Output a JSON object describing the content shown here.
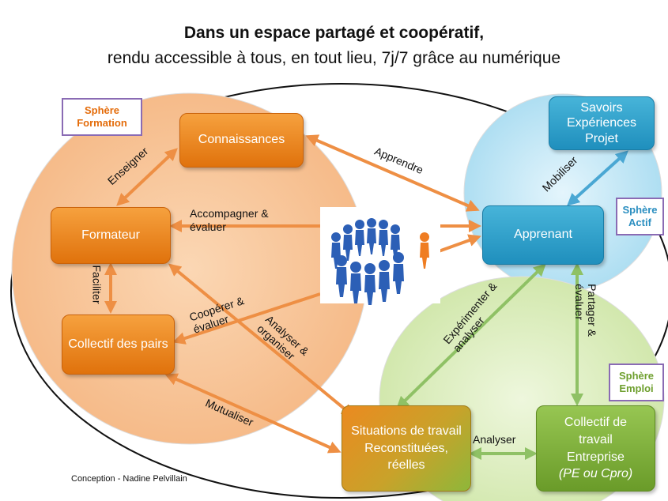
{
  "title": {
    "line1": "Dans un espace partagé et coopératif,",
    "line2": "rendu accessible à tous, en tout lieu, 7j/7 grâce au numérique"
  },
  "spheres": {
    "formation": "Sphère Formation",
    "actif": "Sphère Actif",
    "emploi": "Sphère Emploi"
  },
  "nodes": {
    "connaissances": "Connaissances",
    "formateur": "Formateur",
    "collectif_pairs": "Collectif des pairs",
    "apprenant": "Apprenant",
    "savoirs": "Savoirs Expériences Projet",
    "situations": "Situations de travail Reconstituées, réelles",
    "collectif_travail": "Collectif de travail Entreprise",
    "collectif_travail_note": "(PE ou Cpro)"
  },
  "edges": {
    "enseigner": "Enseigner",
    "apprendre": "Apprendre",
    "accompagner": "Accompagner & évaluer",
    "faciliter": "Faciliter",
    "cooperer": "Coopérer & évaluer",
    "analyser_organiser": "Analyser & organiser",
    "mutualiser": "Mutualiser",
    "mobiliser": "Mobiliser",
    "experimenter": "Expérimenter & analyser",
    "partager": "Partager & évaluer",
    "analyser": "Analyser"
  },
  "credit": "Conception - Nadine Pelvillain",
  "icons": {
    "people": "people-circle-icon"
  },
  "colors": {
    "orange_sphere": "#f8c79a",
    "blue_sphere": "#bfe5f5",
    "green_sphere": "#dcedbd",
    "orange_arrow": "#ee8f44",
    "blue_arrow": "#4aa7d3",
    "green_arrow": "#8fc165"
  }
}
